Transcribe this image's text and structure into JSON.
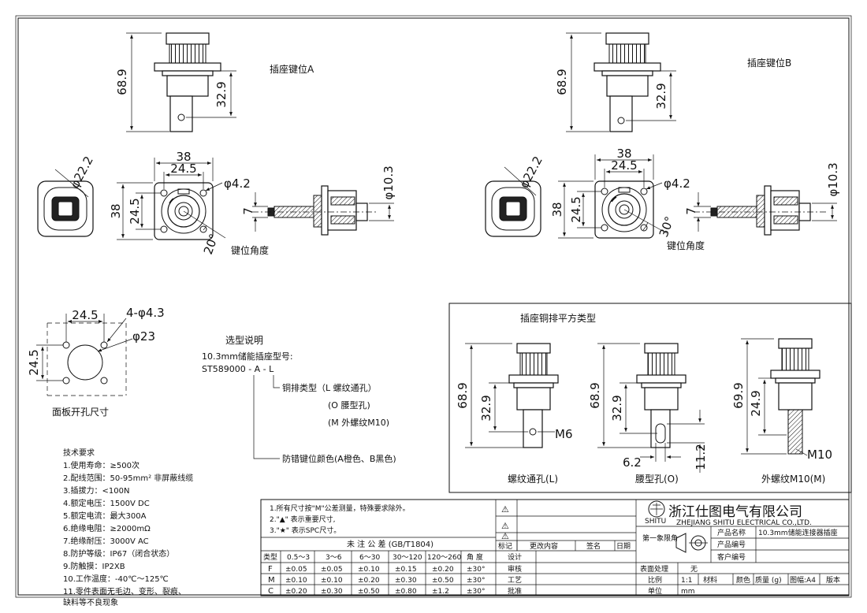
{
  "views": {
    "a_title": "插座键位A",
    "b_title": "插座键位B",
    "a_height": "68.9",
    "a_pin": "32.9",
    "b_height": "68.9",
    "b_pin": "32.9",
    "flange_width": "38",
    "hole_spacing": "24.5",
    "flange_height": "38",
    "hole_spacing_v": "24.5",
    "hole_dia": "φ4.2",
    "outer_dia": "φ22.2",
    "pin_dia": "φ10.3",
    "side_dim": "7",
    "angle_a": "20°",
    "angle_b": "30°",
    "key_angle": "键位角度"
  },
  "panel": {
    "title": "面板开孔尺寸",
    "h_spacing": "24.5",
    "v_spacing": "24.5",
    "holes": "4-φ4.3",
    "center_dia": "φ23"
  },
  "selection": {
    "title": "选型说明",
    "model_label": "10.3mm储能插座型号:",
    "model_code": "ST589000 - A - L",
    "busbar_type": "铜排类型（L 螺纹通孔）",
    "busbar_o": "(O 腰型孔)",
    "busbar_m": "(M 外螺纹M10)",
    "key_color": "防错键位颜色(A橙色、B黑色)"
  },
  "busbar": {
    "title": "插座铜排平方类型",
    "l_height": "68.9",
    "l_pin": "32.9",
    "l_thread": "M6",
    "l_label": "螺纹通孔(L)",
    "o_height": "68.9",
    "o_pin": "32.9",
    "o_width": "6.2",
    "o_length": "11.2",
    "o_label": "腰型孔(O)",
    "m_height": "69.9",
    "m_pin": "24.9",
    "m_thread": "M10",
    "m_label": "外螺纹M10(M)"
  },
  "tech": {
    "title": "技术要求",
    "items": [
      "1.使用寿命：≥500次",
      "2.配线范围：50-95mm² 非屏蔽线缆",
      "3.插拔力：<100N",
      "4.额定电压：1500V DC",
      "5.额定电流：最大300A",
      "6.绝缘电阻：≥2000mΩ",
      "7.绝缘耐压：3000V AC",
      "8.防护等级：IP67（闭合状态）",
      "9.防触摸：IP2XB",
      "10.工作温度：-40℃～125℃",
      "11.零件表面无毛边、变形、裂痕、",
      "缺料等不良现象"
    ]
  },
  "titleblock": {
    "notes": [
      "1.所有尺寸按\"M\"公差测量，特殊要求除外。",
      "2.\"▲\" 表示重要尺寸,",
      "3.\"★\" 表示SPC尺寸。"
    ],
    "tol_title": "未 注 公 差  (GB/T1804)",
    "tol_headers": [
      "类型",
      "0.5～3",
      "3～6",
      "6～30",
      "30～120",
      "120～260",
      "角 度"
    ],
    "tol_rows": [
      [
        "F",
        "±0.05",
        "±0.05",
        "±0.10",
        "±0.15",
        "±0.20",
        "±30°"
      ],
      [
        "M",
        "±0.10",
        "±0.10",
        "±0.20",
        "±0.30",
        "±0.50",
        "±30°"
      ],
      [
        "C",
        "±0.20",
        "±0.30",
        "±0.50",
        "±0.80",
        "±1.2",
        "±30°"
      ]
    ],
    "rev_symbol": "⚠",
    "rev_headers": [
      "标记",
      "更改内容",
      "签名",
      "日期"
    ],
    "roles": [
      "设计",
      "审核",
      "工艺",
      "批准"
    ],
    "company_cn": "浙江仕图电气有限公司",
    "company_en": "ZHEJIANG SHITU ELECTRICAL CO.,LTD.",
    "logo_text": "SHITU",
    "projection": "第一象限角",
    "product_name_label": "产品名称",
    "product_name": "10.3mm储能连接器插座",
    "product_code_label": "产品编号",
    "customer_code_label": "客户编号",
    "surface_label": "表面处理",
    "surface_value": "无",
    "scale_label": "比例",
    "scale_value": "1:1",
    "material_label": "材料",
    "color_label": "颜色",
    "mass_label": "质量 (g)",
    "sheet_label": "图幅:A4",
    "version_label": "版本",
    "unit_label": "单位",
    "unit_value": "mm"
  }
}
